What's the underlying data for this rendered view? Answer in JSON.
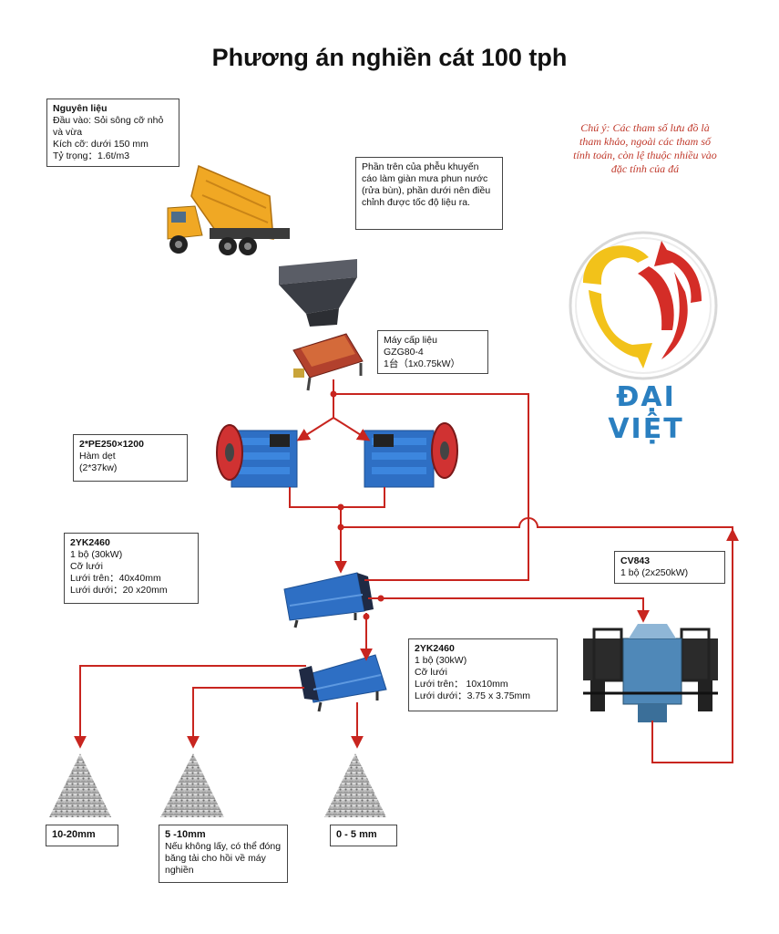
{
  "title": "Phương án nghiền cát 100 tph",
  "note": "Chú ý: Các tham số lưu đồ là tham khảo, ngoài các tham số tính toán, còn lệ thuộc nhiều vào đặc tính của đá",
  "brand": "ĐẠI VIỆT",
  "raw_material": {
    "heading": "Nguyên liệu",
    "input": "Đầu vào: Sỏi sông cỡ nhỏ và vừa",
    "size": "Kích cỡ: dưới 150 mm",
    "density": "Tỷ trọng：1.6t/m3"
  },
  "hopper_note": "Phần trên của phễu khuyến cáo làm giàn mưa phun nước (rửa bùn), phần dưới nên điều chỉnh được tốc độ liệu ra.",
  "feeder": {
    "name": "Máy cấp liệu",
    "model": "GZG80-4",
    "spec": "1台（1x0.75kW）"
  },
  "jaw_crusher": {
    "model": "2*PE250×1200",
    "name": "Hàm dẹt",
    "power": "(2*37kw)"
  },
  "screen1": {
    "model": "2YK2460",
    "qty": "1 bộ  (30kW)",
    "mesh": "Cỡ lưới",
    "upper": "Lưới trên：40x40mm",
    "lower": "Lưới dưới：20 x20mm"
  },
  "vsi": {
    "model": "CV843",
    "qty": "1 bộ  (2x250kW)"
  },
  "screen2": {
    "model": "2YK2460",
    "qty": "1 bộ  (30kW)",
    "mesh": "Cỡ lưới",
    "upper": "Lưới trên：  10x10mm",
    "lower": "Lưới dưới：3.75 x 3.75mm"
  },
  "products": [
    {
      "size": "10-20mm",
      "note": ""
    },
    {
      "size": "5 -10mm",
      "note": "Nếu không lấy, có thể đóng băng tải cho hồi về máy nghiền"
    },
    {
      "size": "0 - 5 mm",
      "note": ""
    }
  ],
  "colors": {
    "arrow": "#c8251f",
    "truck_body": "#f0a824",
    "machine_blue": "#2e6fc4",
    "flywheel": "#d03232",
    "brand_blue": "#2a7fc0",
    "logo_yellow": "#f2c21a",
    "logo_red": "#d42d27"
  }
}
